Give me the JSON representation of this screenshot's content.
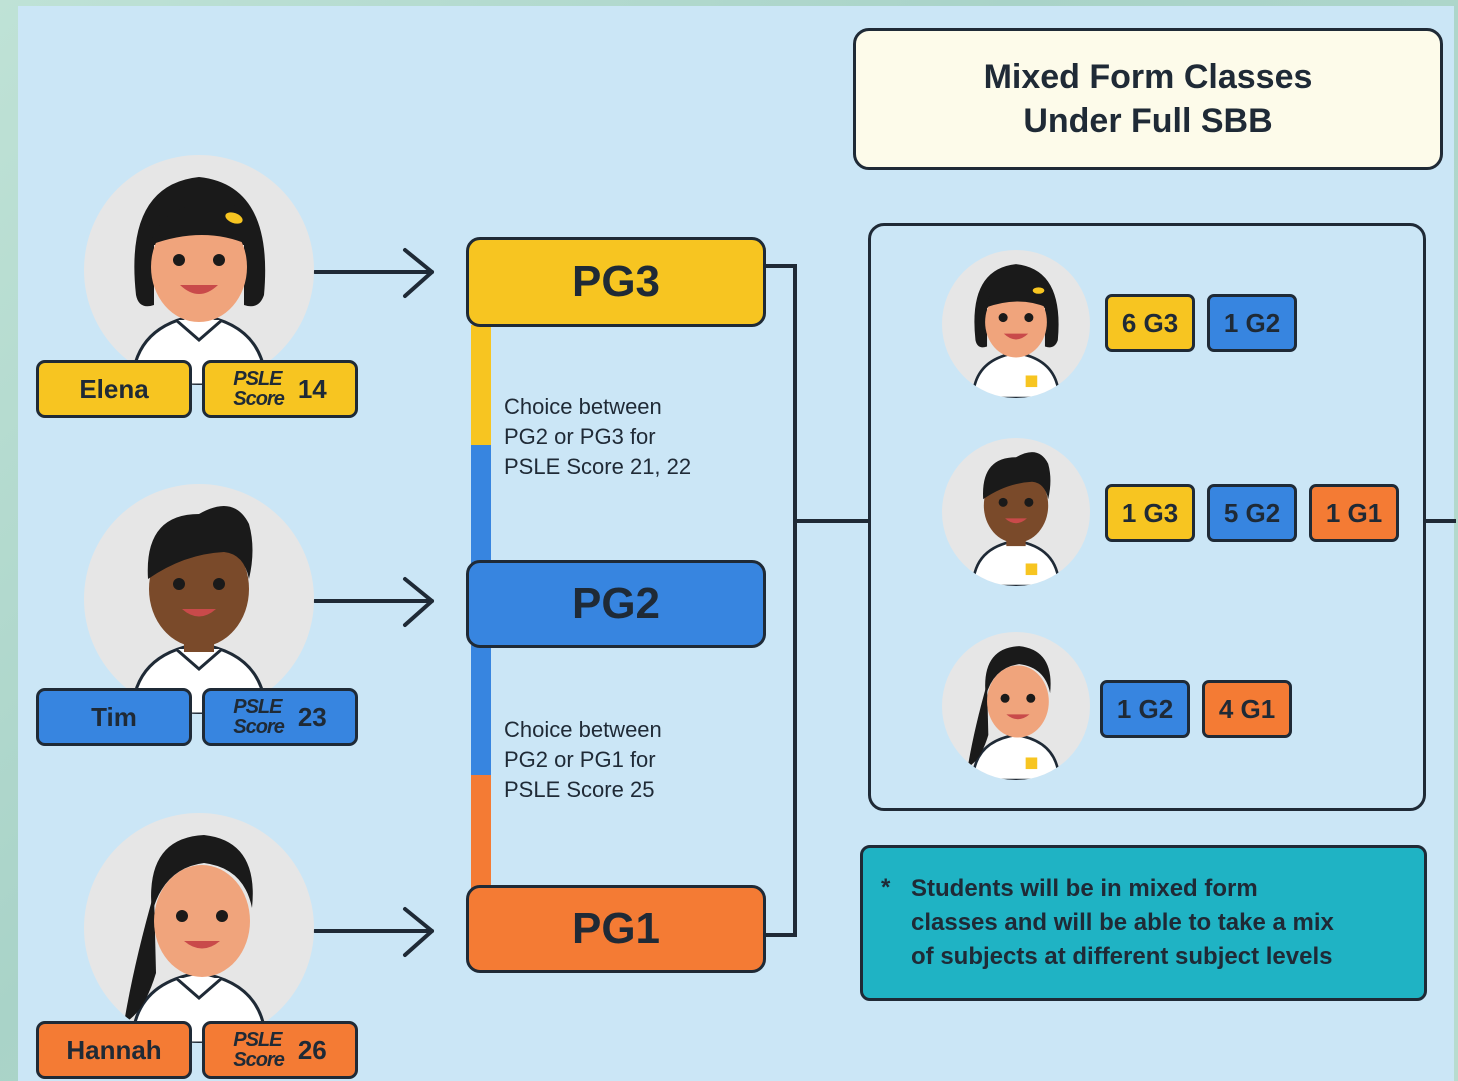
{
  "title": {
    "line1": "Mixed Form Classes",
    "line2": "Under Full SBB"
  },
  "students": [
    {
      "name": "Elena",
      "psle_label_1": "PSLE",
      "psle_label_2": "Score",
      "score": "14",
      "color": "#f7c521"
    },
    {
      "name": "Tim",
      "psle_label_1": "PSLE",
      "psle_label_2": "Score",
      "score": "23",
      "color": "#3785e0"
    },
    {
      "name": "Hannah",
      "psle_label_1": "PSLE",
      "psle_label_2": "Score",
      "score": "26",
      "color": "#f47b34"
    }
  ],
  "groups": [
    {
      "label": "PG3",
      "color": "#f7c521"
    },
    {
      "label": "PG2",
      "color": "#3785e0"
    },
    {
      "label": "PG1",
      "color": "#f47b34"
    }
  ],
  "choices": [
    {
      "line1": "Choice between",
      "line2": "PG2 or PG3 for",
      "line3": "PSLE Score 21, 22"
    },
    {
      "line1": "Choice between",
      "line2": "PG2 or PG1 for",
      "line3": "PSLE Score 25"
    }
  ],
  "mixed_class": [
    {
      "badges": [
        "6 G3",
        "1 G2"
      ]
    },
    {
      "badges": [
        "1 G3",
        "5 G2",
        "1 G1"
      ]
    },
    {
      "badges": [
        "1 G2",
        "4 G1"
      ]
    }
  ],
  "footnote": {
    "star": "*",
    "line1": "Students will be in mixed form",
    "line2": "classes and will be able to take a mix",
    "line3": "of subjects at different subject levels"
  },
  "colors": {
    "g3": "#f7c521",
    "g2": "#3785e0",
    "g1": "#f47b34",
    "teal": "#1fb3c4",
    "cream": "#fdfbea",
    "outline": "#1f2a36"
  }
}
